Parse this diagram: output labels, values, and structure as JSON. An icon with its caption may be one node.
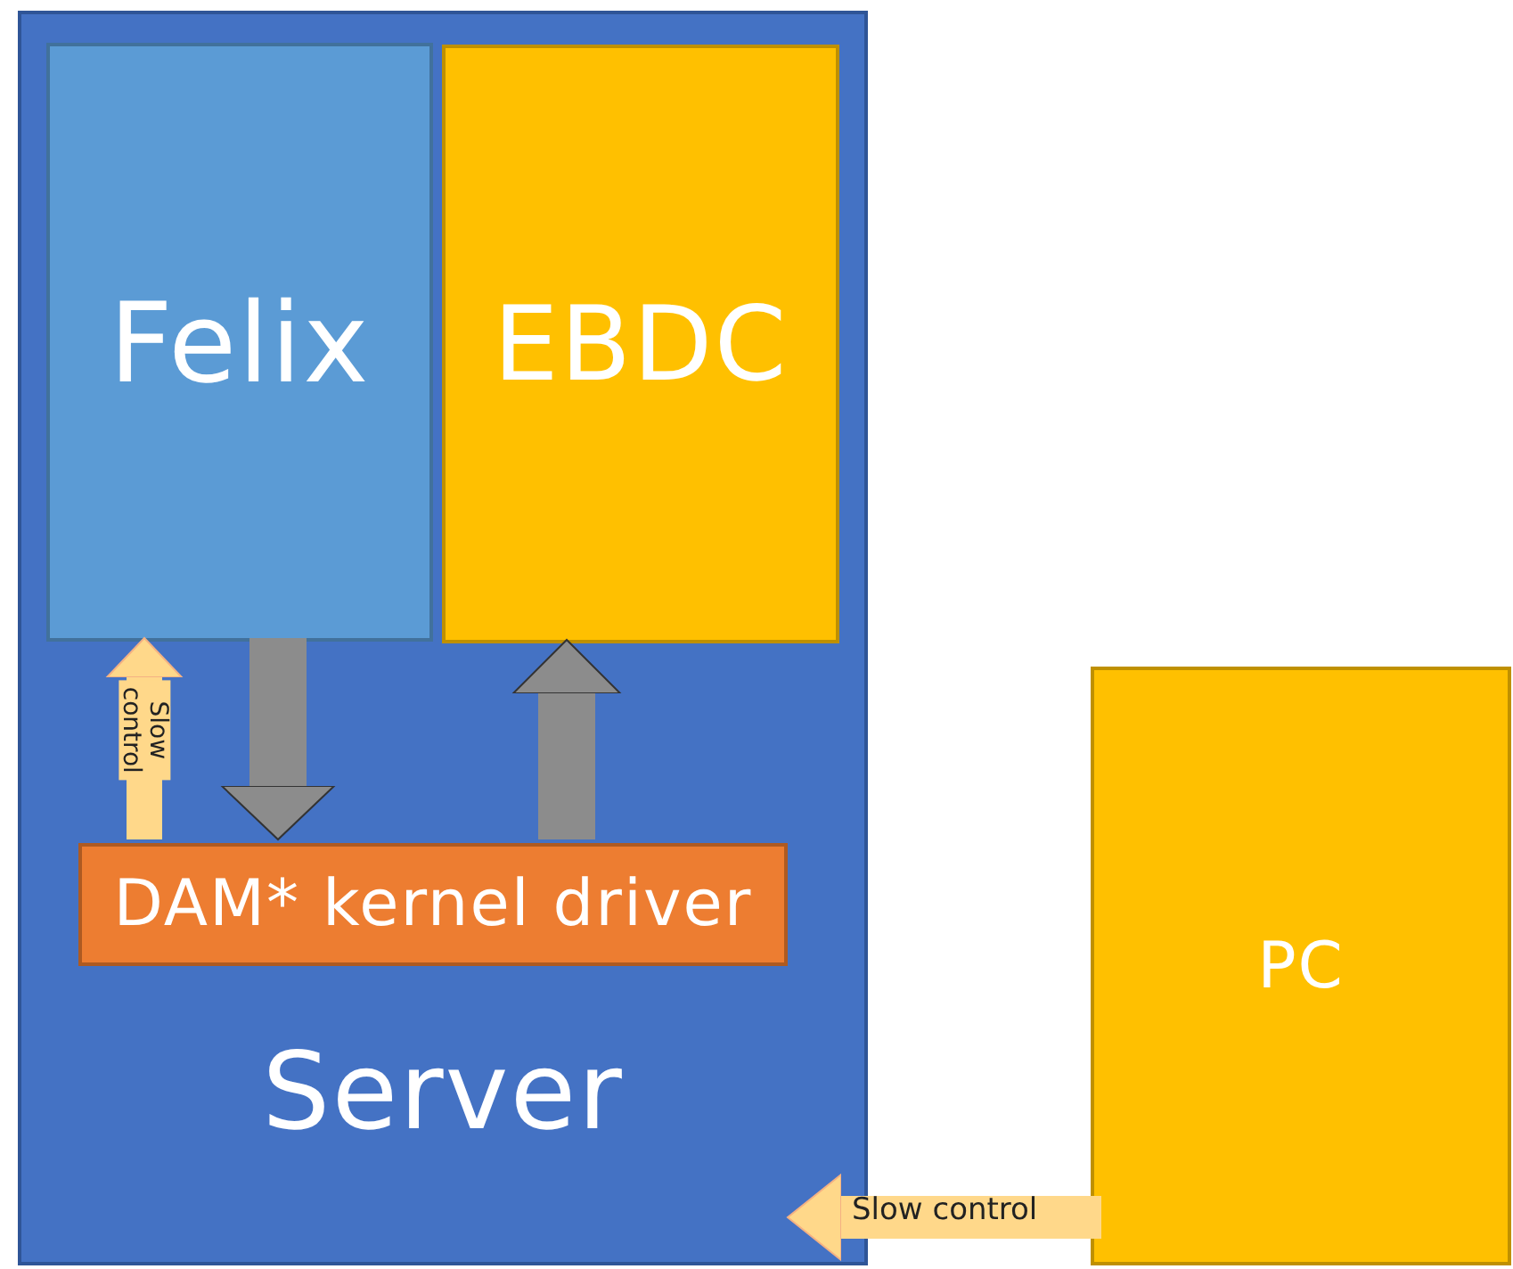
{
  "diagram": {
    "nodes": [
      {
        "text": [
          "Server"
        ]
      },
      {
        "text": [
          "Felix"
        ],
        "in": 0
      },
      {
        "text": [
          "EBDC"
        ],
        "in": 0
      },
      {
        "text": [
          "DAM* kernel driver"
        ],
        "in": 0
      },
      {
        "text": [
          "PC"
        ]
      }
    ],
    "edges": [
      {
        "from": 1,
        "to": 3,
        "arrow": "to",
        "color": "#8c8c8c"
      },
      {
        "from": 3,
        "to": 2,
        "arrow": "to",
        "color": "#8c8c8c"
      },
      {
        "from": 3,
        "to": 1,
        "arrow": "to",
        "label": "Slow control",
        "color": "#ffd88a"
      },
      {
        "from": 4,
        "to": 0,
        "arrow": "to",
        "label": "Slow control",
        "color": "#ffd88a"
      }
    ]
  }
}
